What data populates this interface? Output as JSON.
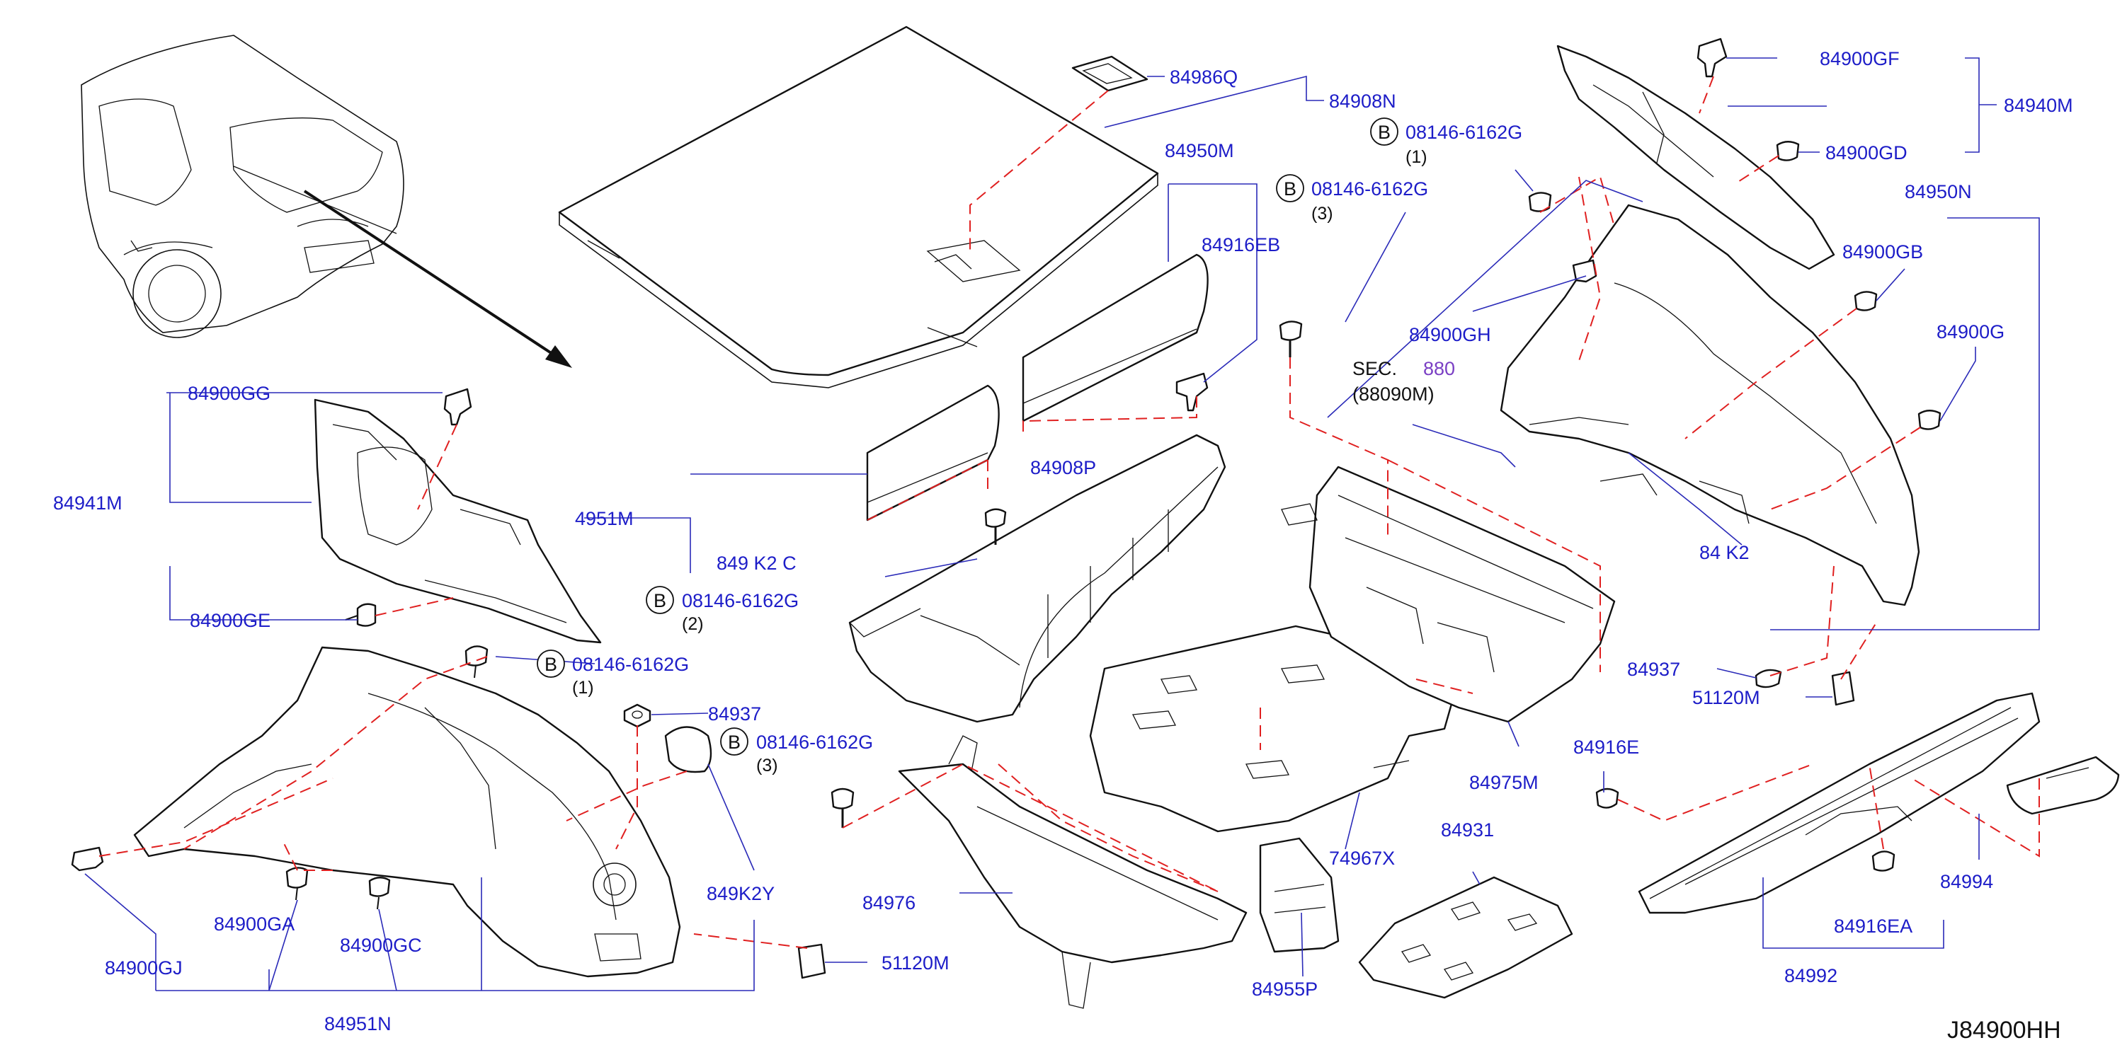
{
  "labels": {
    "p84986Q": "84986Q",
    "p84908N": "84908N",
    "p84950M": "84950M",
    "p84916EB": "84916EB",
    "bolt_top1_code": "08146-6162G",
    "bolt_top1_qty": "(1)",
    "bolt_top3_code": "08146-6162G",
    "bolt_top3_qty": "(3)",
    "p84900GF": "84900GF",
    "p84940M": "84940M",
    "p84900GD": "84900GD",
    "p84950N": "84950N",
    "p84900GB": "84900GB",
    "p84900G": "84900G",
    "p84900GH": "84900GH",
    "sec_prefix": "SEC.",
    "sec_num": "880",
    "sec_sub": "(88090M)",
    "p84900GG": "84900GG",
    "p84941M": "84941M",
    "p84951M": "4951M",
    "p849K2_partial": "849 K2 C",
    "p84908P": "84908P",
    "p84900GE": "84900GE",
    "bolt_left2_code": "08146-6162G",
    "bolt_left2_qty": "(2)",
    "bolt_left1_code": "08146-6162G",
    "bolt_left1_qty": "(1)",
    "p84937_left": "84937",
    "bolt_left3_code": "08146-6162G",
    "bolt_left3_qty": "(3)",
    "p849K2Y": "849K2Y",
    "p84900GA": "84900GA",
    "p84900GC": "84900GC",
    "p84900GJ": "84900GJ",
    "p84951N": "84951N",
    "p51120M_left": "51120M",
    "p84976": "84976",
    "p84955P": "84955P",
    "p74967X": "74967X",
    "p84931": "84931",
    "p84975M": "84975M",
    "p84937_right": "84937",
    "p51120M_right": "51120M",
    "p84916E": "84916E",
    "p84916EA": "84916EA",
    "p84994": "84994",
    "p84992": "84992",
    "p84K2_right": "84 K2",
    "bolt_marker": "B",
    "diagram_code": "J84900HH"
  }
}
